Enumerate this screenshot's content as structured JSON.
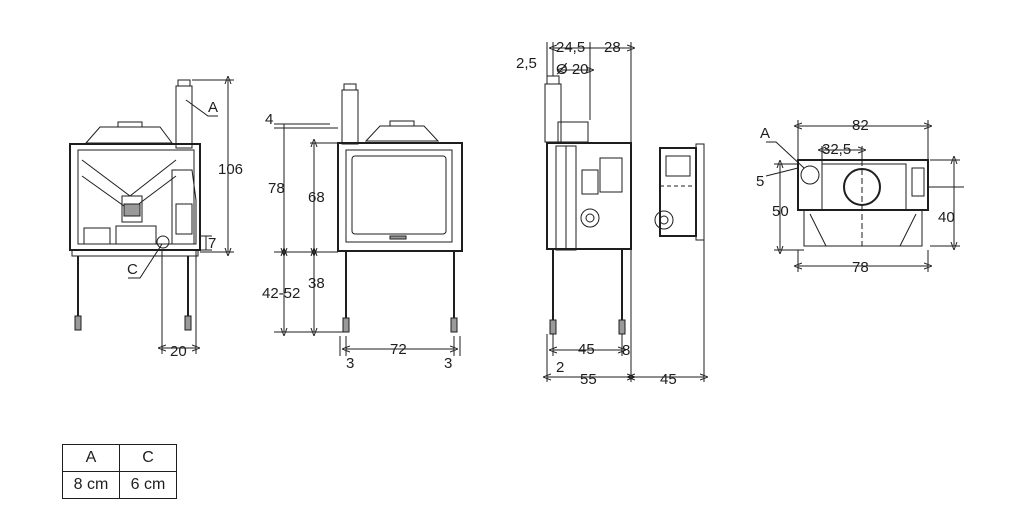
{
  "front_view": {
    "label_a": "A",
    "label_c": "C",
    "dim_height": "106",
    "dim_offset": "7",
    "dim_width": "20"
  },
  "front_door_view": {
    "dim_top": "4",
    "dim_total_height": "78",
    "dim_door_height": "68",
    "dim_leg_range": "42-52",
    "dim_leg": "38",
    "dim_left": "3",
    "dim_width": "72",
    "dim_right": "3"
  },
  "side_view": {
    "dim_small": "2,5",
    "dim_flue_offset": "24,5",
    "dim_flue_diameter": "Ø 20",
    "dim_depth_top": "28",
    "dim_foot": "2",
    "dim_leg_span": "45",
    "dim_back": "8",
    "dim_depth": "55",
    "dim_clearance": "45"
  },
  "top_view": {
    "label_a": "A",
    "dim_width": "82",
    "dim_offset": "32,5",
    "dim_small": "5",
    "dim_depth": "50",
    "dim_right": "40",
    "dim_bottom_width": "78"
  },
  "legend": {
    "headers": [
      "A",
      "C"
    ],
    "values": [
      "8 cm",
      "6 cm"
    ]
  }
}
